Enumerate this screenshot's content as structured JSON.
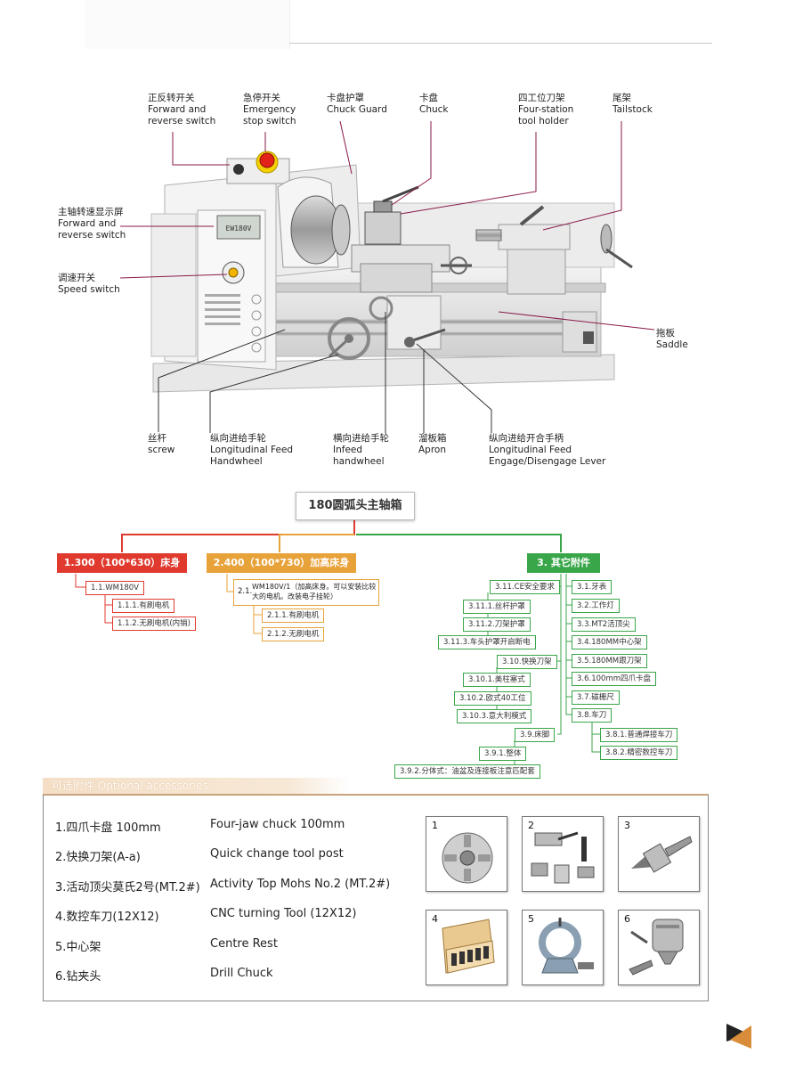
{
  "lathe": {
    "callouts": [
      {
        "cn": "正反转开关",
        "en1": "Forward and",
        "en2": "reverse switch"
      },
      {
        "cn": "急停开关",
        "en1": "Emergency",
        "en2": "stop switch"
      },
      {
        "cn": "卡盘护罩",
        "en1": "Chuck Guard",
        "en2": ""
      },
      {
        "cn": "卡盘",
        "en1": "Chuck",
        "en2": ""
      },
      {
        "cn": "四工位刀架",
        "en1": "Four-station",
        "en2": "tool holder"
      },
      {
        "cn": "尾架",
        "en1": "Tailstock",
        "en2": ""
      },
      {
        "cn": "主轴转速显示屏",
        "en1": "Forward and",
        "en2": "reverse switch"
      },
      {
        "cn": "调速开关",
        "en1": "Speed switch",
        "en2": ""
      },
      {
        "cn": "拖板",
        "en1": "Saddle",
        "en2": ""
      },
      {
        "cn": "丝杆",
        "en1": "screw",
        "en2": ""
      },
      {
        "cn": "纵向进给手轮",
        "en1": "Longitudinal Feed",
        "en2": "Handwheel"
      },
      {
        "cn": "横向进给手轮",
        "en1": "Infeed",
        "en2": "handwheel"
      },
      {
        "cn": "溜板箱",
        "en1": "Apron",
        "en2": ""
      },
      {
        "cn": "纵向进给开合手柄",
        "en1": "Longitudinal Feed",
        "en2": "Engage/Disengage Lever"
      }
    ],
    "display_text": "EW180V"
  },
  "tree": {
    "root": "180圆弧头主轴箱",
    "cat1": "1.300（100*630）床身",
    "cat2": "2.400（100*730）加高床身",
    "cat3": "3. 其它附件",
    "n1_1": "1.1.WM180V",
    "n1_1_1": "1.1.1.有刷电机",
    "n1_1_2": "1.1.2.无刷电机(内销)",
    "n2_1_num": "2.1.",
    "n2_1_a": "WM180V/1（加高床身。可以安装比较",
    "n2_1_b": "大的电机。改装电子挂轮）",
    "n2_1_1": "2.1.1.有刷电机",
    "n2_1_2": "2.1.2.无刷电机",
    "n3_11": "3.11.CE安全要求",
    "n3_11_1": "3.11.1.丝杆护罩",
    "n3_11_2": "3.11.2.刀架护罩",
    "n3_11_3": "3.11.3.车头护罩开启断电",
    "n3_10": "3.10.快换刀架",
    "n3_10_1": "3.10.1.美柱塞式",
    "n3_10_2": "3.10.2.欧式40工位",
    "n3_10_3": "3.10.3.意大利模式",
    "n3_9": "3.9.床脚",
    "n3_9_1": "3.9.1.整体",
    "n3_9_2": "3.9.2.分体式：油盆及连接板注意匹配套",
    "n3_1": "3.1.牙表",
    "n3_2": "3.2.工作灯",
    "n3_3": "3.3.MT2活顶尖",
    "n3_4": "3.4.180MM中心架",
    "n3_5": "3.5.180MM跟刀架",
    "n3_6": "3.6.100mm四爪卡盘",
    "n3_7": "3.7.磁栅尺",
    "n3_8": "3.8.车刀",
    "n3_8_1": "3.8.1.普通焊接车刀",
    "n3_8_2": "3.8.2.精密数控车刀"
  },
  "optional": {
    "title": "可选附件  Optional accessories",
    "items": [
      {
        "cn": "1.四爪卡盘 100mm",
        "en": "Four-jaw chuck 100mm"
      },
      {
        "cn": "2.快换刀架(A-a)",
        "en": "Quick change tool post"
      },
      {
        "cn": "3.活动顶尖莫氏2号(MT.2#)",
        "en": "Activity Top Mohs No.2 (MT.2#)"
      },
      {
        "cn": "4.数控车刀(12X12)",
        "en": "CNC turning Tool (12X12)"
      },
      {
        "cn": "5.中心架",
        "en": "Centre Rest"
      },
      {
        "cn": "6.钻夹头",
        "en": "Drill Chuck"
      }
    ],
    "tiles": [
      "1",
      "2",
      "3",
      "4",
      "5",
      "6"
    ]
  },
  "colors": {
    "red": "#e03a2f",
    "orange": "#e8a23a",
    "green": "#3aa64a",
    "callout": "#8a1a4a",
    "accent": "#d98c3a"
  }
}
